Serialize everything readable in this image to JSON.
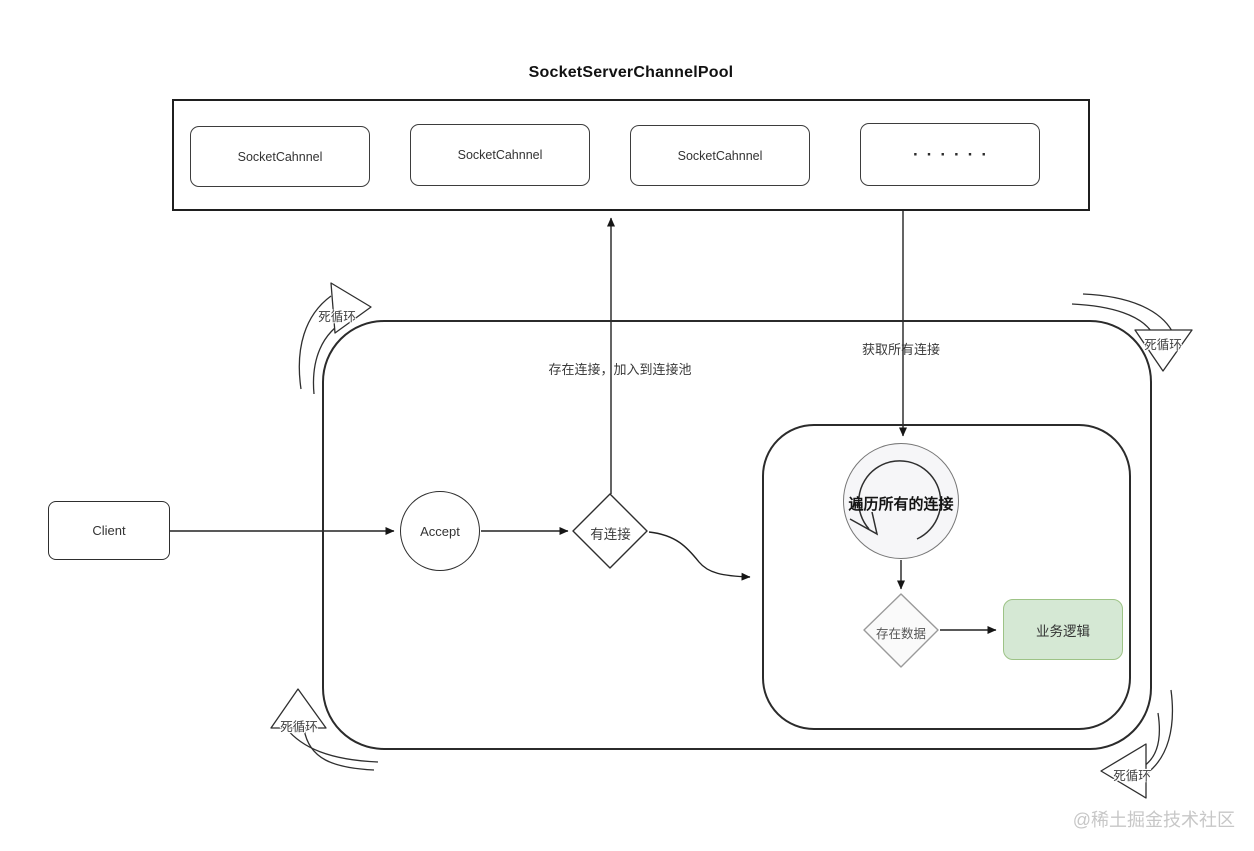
{
  "title": "SocketServerChannelPool",
  "pool": {
    "channels": [
      {
        "label": "SocketCahnnel"
      },
      {
        "label": "SocketCahnnel"
      },
      {
        "label": "SocketCahnnel"
      },
      {
        "label": "······"
      }
    ]
  },
  "nodes": {
    "client": "Client",
    "accept": "Accept",
    "has_connection": "有连接",
    "iterate_connections": "遍历所有的连接",
    "has_data": "存在数据",
    "business_logic": "业务逻辑"
  },
  "edges": {
    "add_to_pool": "存在连接，加入到连接池",
    "get_all_connections": "获取所有连接"
  },
  "loop_labels": {
    "top_left": "死循环",
    "top_right": "死循环",
    "bottom_left": "死循环",
    "bottom_right": "死循环"
  },
  "watermark": "@稀土掘金技术社区",
  "colors": {
    "line": "#333333",
    "business_fill": "#d5e8d4",
    "business_border": "#9dc386",
    "node_gray_fill": "#f6f6f8"
  }
}
